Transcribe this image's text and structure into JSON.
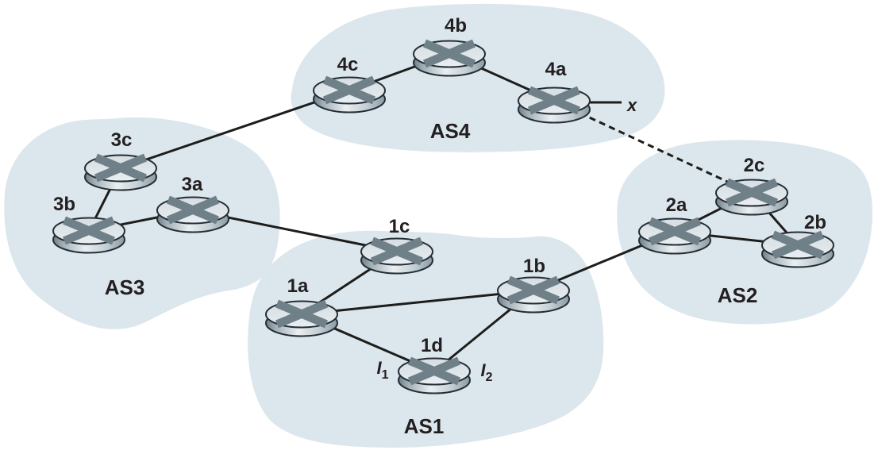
{
  "figure": {
    "type": "network-topology-diagram",
    "description_visible_text_only": true
  },
  "regions": {
    "as4": {
      "label": "AS4"
    },
    "as3": {
      "label": "AS3"
    },
    "as1": {
      "label": "AS1"
    },
    "as2": {
      "label": "AS2"
    }
  },
  "routers": {
    "r4c": {
      "label": "4c"
    },
    "r4b": {
      "label": "4b"
    },
    "r4a": {
      "label": "4a"
    },
    "r3c": {
      "label": "3c"
    },
    "r3b": {
      "label": "3b"
    },
    "r3a": {
      "label": "3a"
    },
    "r1c": {
      "label": "1c"
    },
    "r1a": {
      "label": "1a"
    },
    "r1b": {
      "label": "1b"
    },
    "r1d": {
      "label": "1d"
    },
    "r2a": {
      "label": "2a"
    },
    "r2c": {
      "label": "2c"
    },
    "r2b": {
      "label": "2b"
    }
  },
  "annotations": {
    "x_label": "x",
    "i1_base": "I",
    "i1_sub": "1",
    "i2_base": "I",
    "i2_sub": "2"
  },
  "links": [
    {
      "from": "4c",
      "to": "4b",
      "style": "solid"
    },
    {
      "from": "4b",
      "to": "4a",
      "style": "solid"
    },
    {
      "from": "3c",
      "to": "4c",
      "style": "solid"
    },
    {
      "from": "3c",
      "to": "3b",
      "style": "solid"
    },
    {
      "from": "3b",
      "to": "3a",
      "style": "solid"
    },
    {
      "from": "3a",
      "to": "1c",
      "style": "solid"
    },
    {
      "from": "1c",
      "to": "1a",
      "style": "solid"
    },
    {
      "from": "1a",
      "to": "1b",
      "style": "solid"
    },
    {
      "from": "1a",
      "to": "1d",
      "style": "solid"
    },
    {
      "from": "1d",
      "to": "1b",
      "style": "solid"
    },
    {
      "from": "1b",
      "to": "2a",
      "style": "solid"
    },
    {
      "from": "2a",
      "to": "2c",
      "style": "solid"
    },
    {
      "from": "2a",
      "to": "2b",
      "style": "solid"
    },
    {
      "from": "2c",
      "to": "2b",
      "style": "solid"
    },
    {
      "from": "4a",
      "to": "2c",
      "style": "dashed"
    },
    {
      "from": "4a",
      "to": "x",
      "style": "solid-stub"
    }
  ],
  "colors": {
    "region_fill": "#dce7ed",
    "link_stroke": "#1d1d1b",
    "router_face": "#dde4e9",
    "router_cross": "#6f8089",
    "router_outline": "#242d34",
    "label_text": "#231f20",
    "background": "#ffffff"
  }
}
